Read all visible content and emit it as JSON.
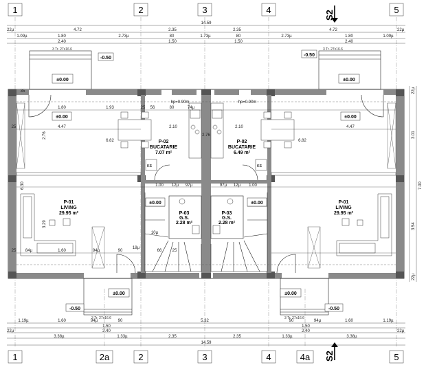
{
  "axes_top": [
    "1",
    "2",
    "3",
    "4",
    "5"
  ],
  "axes_bottom": [
    "1",
    "2a",
    "2",
    "3",
    "4",
    "4a",
    "5"
  ],
  "section_marks": [
    "S2",
    "S2"
  ],
  "dims_top": {
    "row1": [
      "4.72",
      "2.35",
      "2.35",
      "4.72"
    ],
    "row2": [
      "1.09µ",
      "1.80",
      "2.73µ",
      "80",
      "1.73µ",
      "80",
      "2.73µ",
      "1.80",
      "1.09µ"
    ],
    "row3": [
      "2.40",
      "1.50",
      "1.50",
      "2.40"
    ],
    "total": "14.59",
    "small_left": "22µ",
    "small_right": "22µ"
  },
  "dims_bottom": {
    "row1": [
      "1.19µ",
      "1.60",
      "94µ",
      "90",
      "5.32",
      "90",
      "94µ",
      "1.60",
      "1.19µ"
    ],
    "row2": [
      "1.50",
      "1.50"
    ],
    "row3": [
      "2.40",
      "2.40"
    ],
    "row4": [
      "3.38µ",
      "1.33µ",
      "2.35",
      "2.35",
      "1.33µ",
      "3.38µ"
    ],
    "total": "14.59",
    "small_left": "22µ",
    "small_right": "22µ"
  },
  "dims_right": [
    "22µ",
    "3.01",
    "7.00",
    "3.54",
    "22µ"
  ],
  "dims_left": [
    "2.76",
    "6.30",
    "3.29"
  ],
  "dims_interior": [
    "1.80",
    "1.93",
    "56",
    "80",
    "74µ",
    "25",
    "4.47",
    "6.82",
    "2.10",
    "1.00",
    "12µ",
    "97µ",
    "1.60",
    "84µ",
    "94µ",
    "90",
    "18µ",
    "66",
    "25",
    "hp=0.90m",
    "hp=0.90m",
    "2.76",
    "12µ",
    "97µ",
    "1.00",
    "6.82",
    "4.47",
    "2.10",
    "35",
    "25",
    "10µ",
    "25"
  ],
  "levels": {
    "terrace_top_left": "-0.50",
    "terrace_top_right": "-0.50",
    "terrace_bottom_left": "-0.50",
    "terrace_bottom_right": "-0.50",
    "zero": "±0.00"
  },
  "stairs": {
    "top_left": "3 Tr. 27x16.6",
    "top_right": "3 Tr. 27x16.6",
    "bottom_left": "3 Tr. 27x16.6",
    "bottom_right": "3 Tr. 27x16.6"
  },
  "rooms": [
    {
      "code": "P-01",
      "name": "LIVING",
      "area": "29.95 m²"
    },
    {
      "code": "P-02",
      "name": "BUCATARIE",
      "area": "7.07 m²"
    },
    {
      "code": "P-03",
      "name": "G.S.",
      "area": "2.28 m²"
    },
    {
      "code": "P-02",
      "name": "BUCATARIE",
      "area": "6.49 m²"
    },
    {
      "code": "P-03",
      "name": "G.S.",
      "area": "2.28 m²"
    },
    {
      "code": "P-01",
      "name": "LIVING",
      "area": "29.95 m²"
    }
  ],
  "ks_label": "KS"
}
